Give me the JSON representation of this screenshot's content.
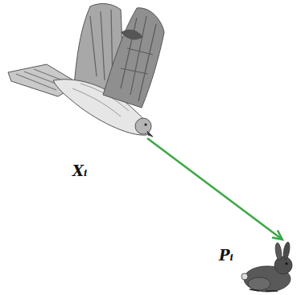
{
  "diagram": {
    "nodes": [
      {
        "text": [
          "Xᵢ"
        ]
      },
      {
        "text": [
          "Pᵢ"
        ]
      }
    ],
    "edges": [
      {
        "from": 0,
        "to": 1,
        "arrow": "to"
      }
    ]
  }
}
